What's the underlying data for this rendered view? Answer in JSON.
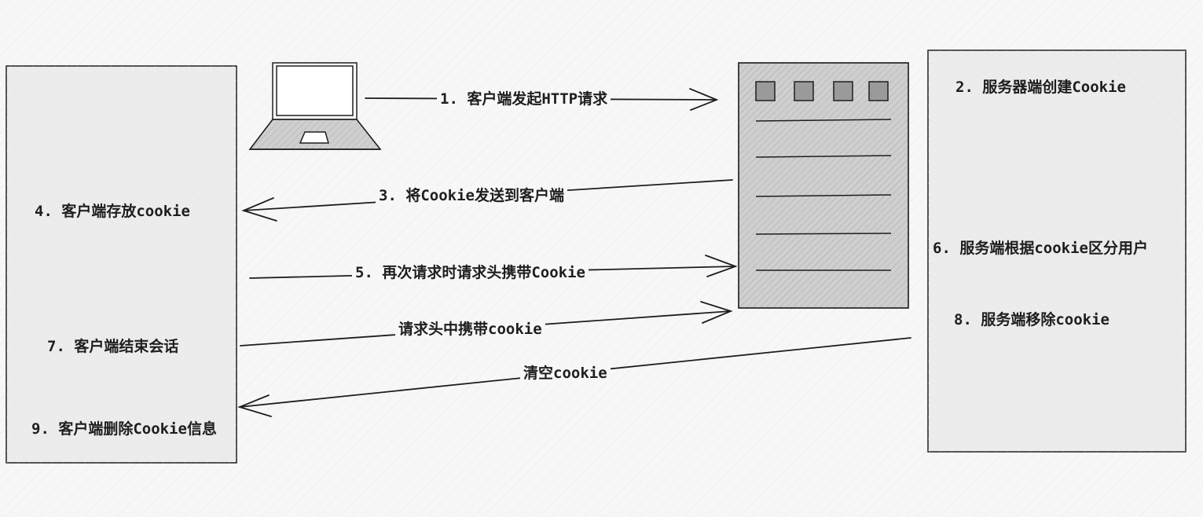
{
  "colors": {
    "stroke": "#1e1e1e",
    "background": "#f7f7f7",
    "box_fill": "#e9e9e9",
    "server_fill": "#d4d4d4"
  },
  "icons": {
    "client": "laptop-icon",
    "server": "server-rack-icon"
  },
  "client_box": {
    "labels": {
      "store": "4. 客户端存放cookie",
      "end_session": "7. 客户端结束会话",
      "delete": "9. 客户端删除Cookie信息"
    }
  },
  "server_box": {
    "labels": {
      "create": "2. 服务器端创建Cookie",
      "distinguish": "6. 服务端根据cookie区分用户",
      "remove": "8. 服务端移除cookie"
    }
  },
  "arrows": {
    "request": "1. 客户端发起HTTP请求",
    "send_cookie": "3. 将Cookie发送到客户端",
    "request_again": "5. 再次请求时请求头携带Cookie",
    "header_cookie": "请求头中携带cookie",
    "clear_cookie": "清空cookie"
  }
}
